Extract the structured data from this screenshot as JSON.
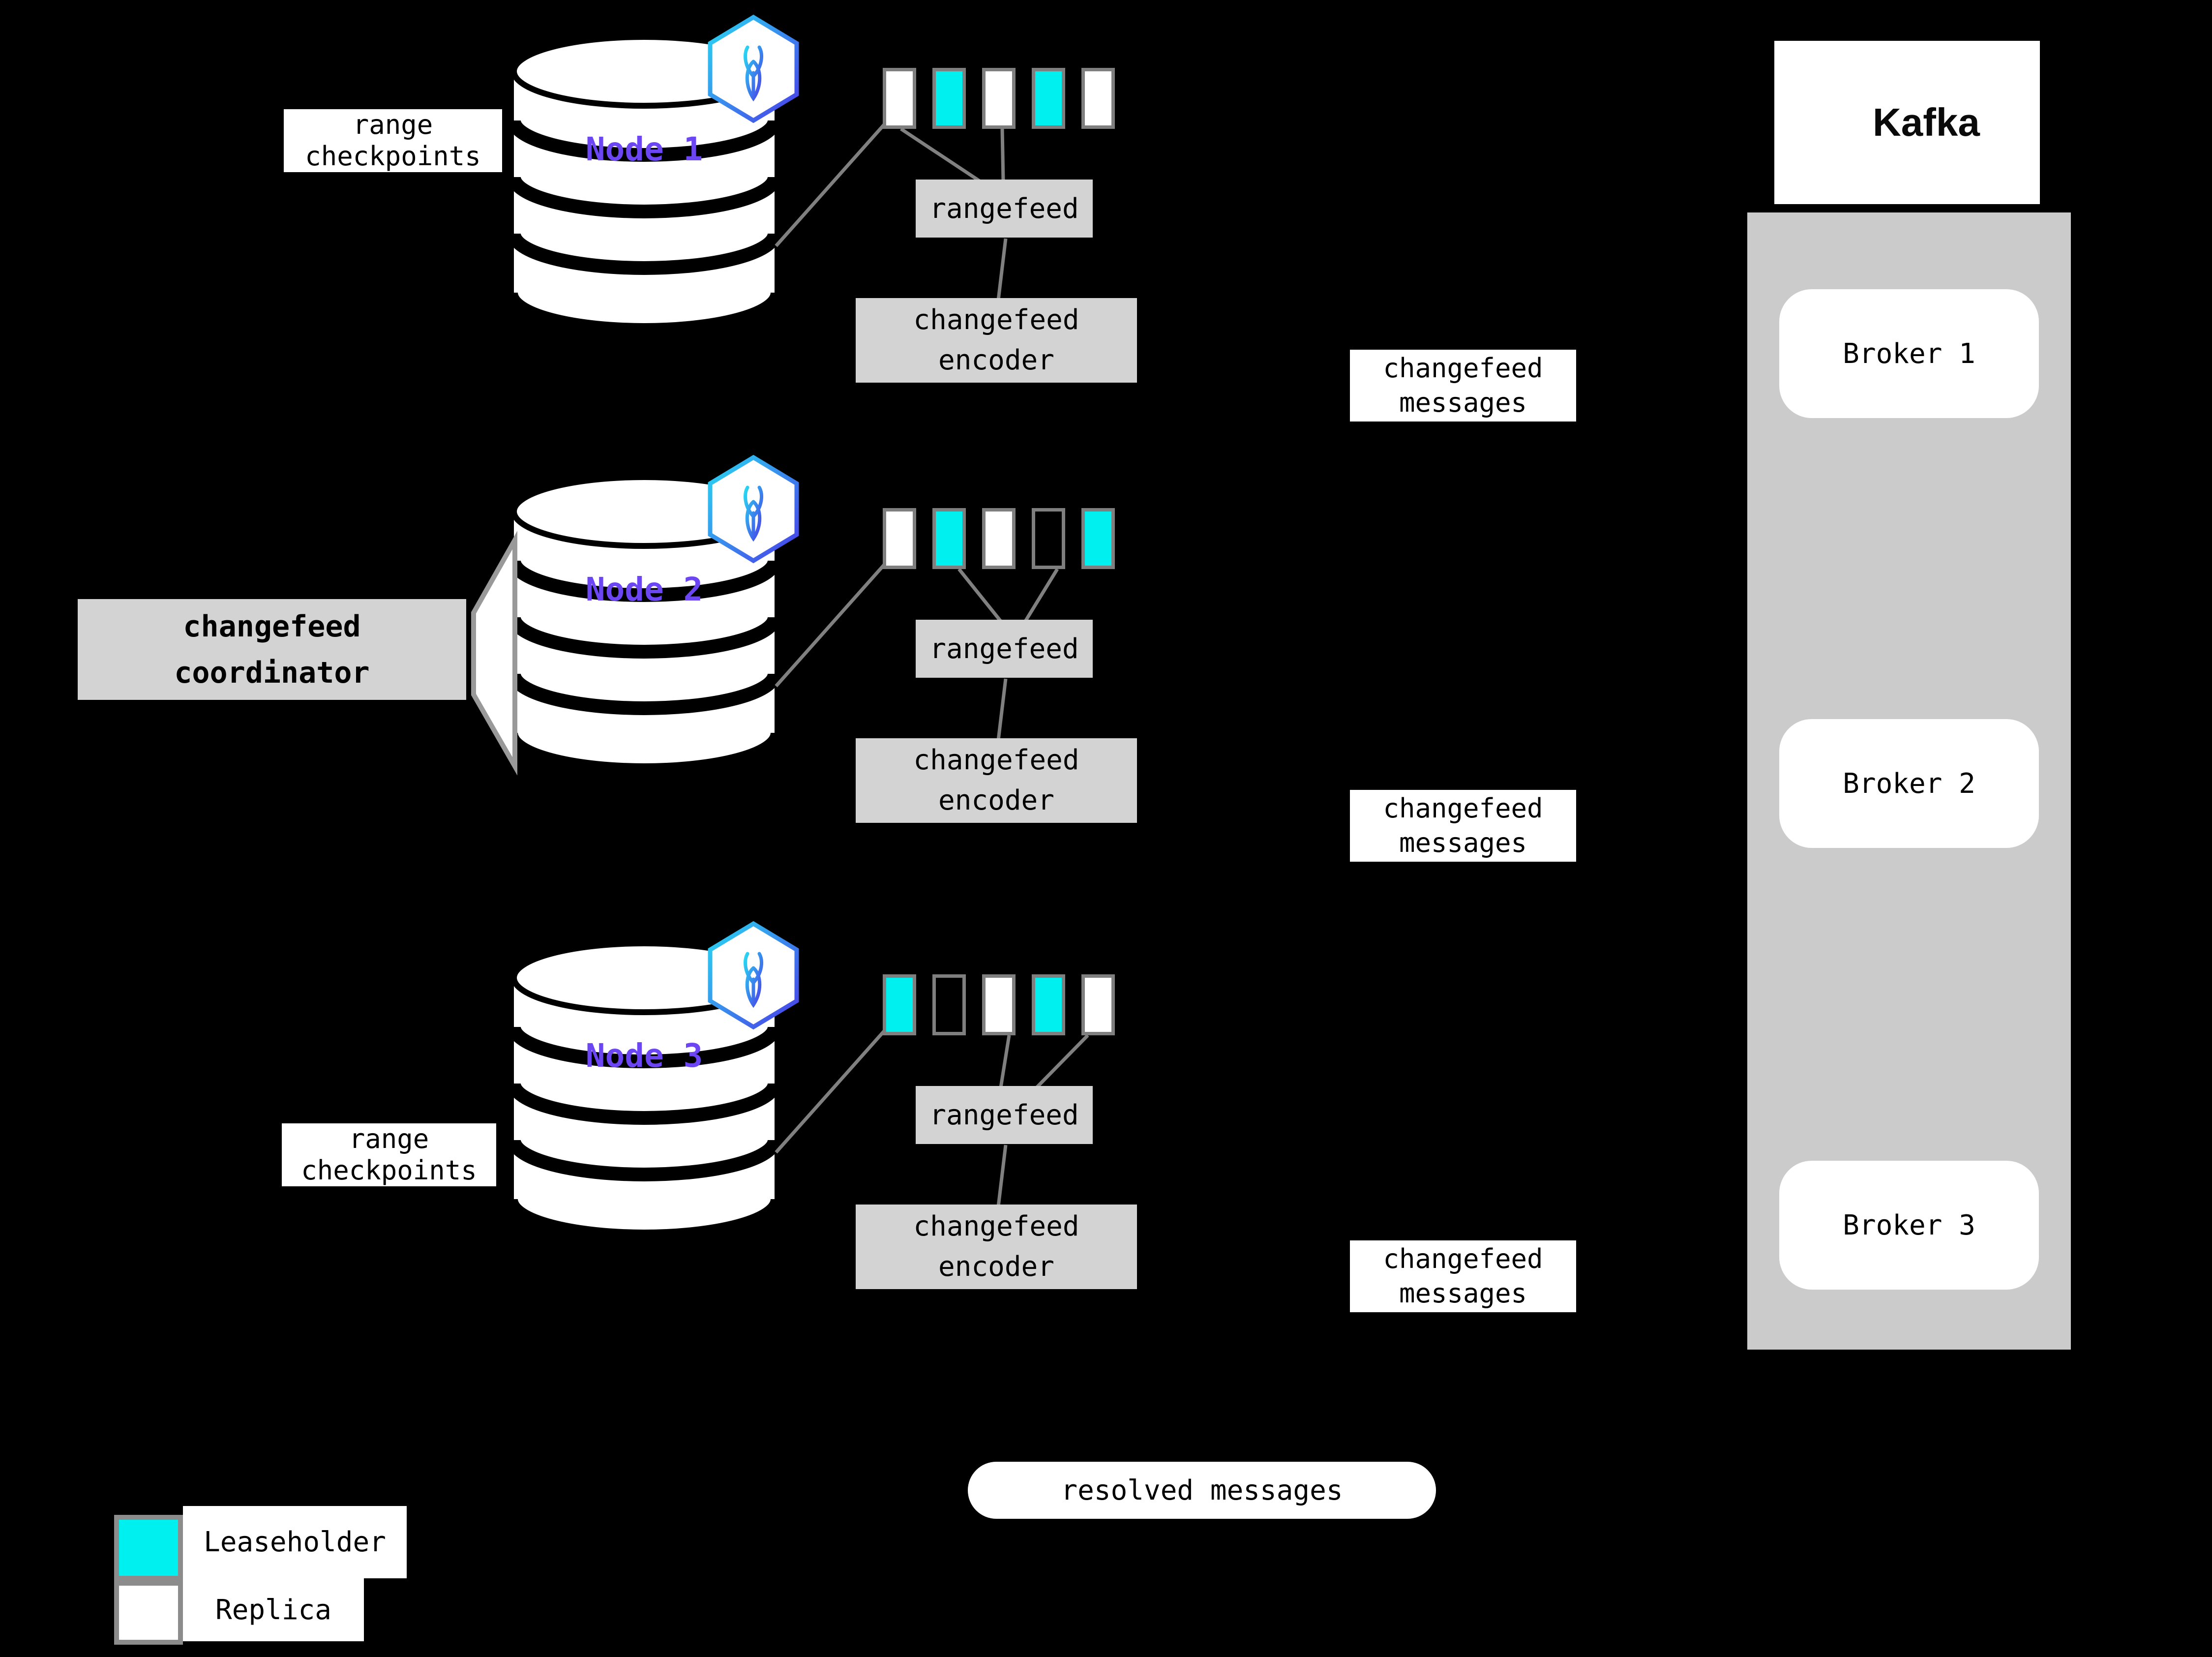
{
  "colors": {
    "background": "#000000",
    "leaseholder_fill": "#00F0F0",
    "replica_fill": "#FFFFFF",
    "node_label_purple": "#6B46F2",
    "panel_gray": "#CBCBCB",
    "box_gray": "#D3D3D3"
  },
  "coordinator": {
    "label": "changefeed\ncoordinator"
  },
  "nodes": [
    {
      "name": "Node 1",
      "side_label": "range\ncheckpoints",
      "rangefeed_label": "rangefeed",
      "encoder_label": "changefeed\nencoder",
      "message_label": "changefeed\nmessages",
      "ranges": [
        "replica",
        "leaseholder",
        "replica",
        "leaseholder",
        "replica"
      ]
    },
    {
      "name": "Node 2",
      "rangefeed_label": "rangefeed",
      "encoder_label": "changefeed\nencoder",
      "message_label": "changefeed\nmessages",
      "ranges": [
        "replica",
        "leaseholder",
        "replica",
        "empty",
        "leaseholder"
      ]
    },
    {
      "name": "Node 3",
      "side_label": "range\ncheckpoints",
      "rangefeed_label": "rangefeed",
      "encoder_label": "changefeed\nencoder",
      "message_label": "changefeed\nmessages",
      "ranges": [
        "leaseholder",
        "empty",
        "replica",
        "leaseholder",
        "replica"
      ]
    }
  ],
  "kafka": {
    "brand": "Kafka",
    "brokers": [
      {
        "label": "Broker 1"
      },
      {
        "label": "Broker 2"
      },
      {
        "label": "Broker 3"
      }
    ]
  },
  "resolved_label": "resolved messages",
  "legend": {
    "items": [
      {
        "type": "leaseholder",
        "label": "Leaseholder"
      },
      {
        "type": "replica",
        "label": "Replica"
      }
    ]
  }
}
